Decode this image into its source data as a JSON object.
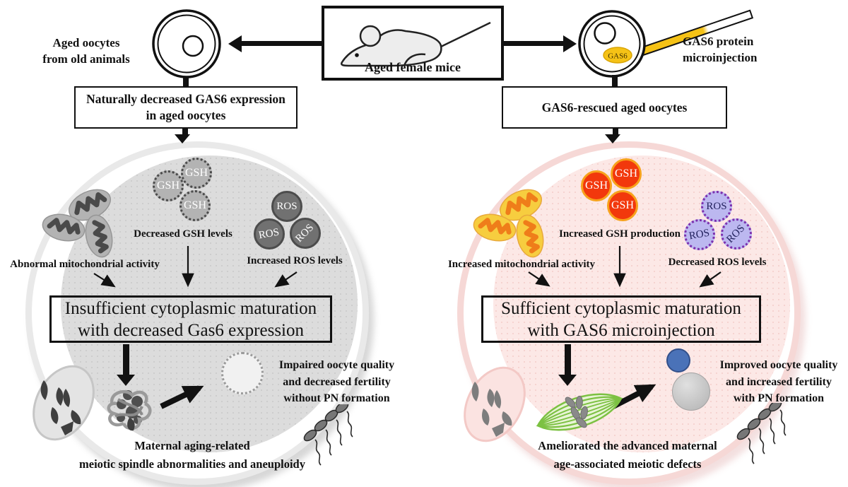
{
  "top": {
    "mouse_box_label": "Aged female mice",
    "left_oocyte_label_line1": "Aged oocytes",
    "left_oocyte_label_line2": "from old animals",
    "left_box_line1": "Naturally decreased GAS6 expression",
    "left_box_line2": "in aged oocytes",
    "right_box_label": "GAS6-rescued aged oocytes",
    "injection_label_line1": "GAS6 protein",
    "injection_label_line2": "microinjection",
    "gas6_bubble": "GAS6"
  },
  "molecules": {
    "gsh": "GSH",
    "ros": "ROS"
  },
  "left_panel": {
    "mito_label": "Abnormal mitochondrial activity",
    "gsh_label": "Decreased GSH levels",
    "ros_label": "Increased ROS levels",
    "box_line1": "Insufficient cytoplasmic maturation",
    "box_line2": "with decreased Gas6 expression",
    "result_line1": "Impaired oocyte quality",
    "result_line2": "and decreased fertility",
    "result_line3": "without PN formation",
    "bottom_line1": "Maternal aging-related",
    "bottom_line2": "meiotic spindle abnormalities and aneuploidy"
  },
  "right_panel": {
    "mito_label": "Increased mitochondrial activity",
    "gsh_label": "Increased GSH production",
    "ros_label": "Decreased ROS levels",
    "box_line1": "Sufficient cytoplasmic maturation",
    "box_line2": "with GAS6 microinjection",
    "result_line1": "Improved oocyte quality",
    "result_line2": "and increased fertility",
    "result_line3": "with PN formation",
    "bottom_line1": "Ameliorated the advanced maternal",
    "bottom_line2": "age-associated meiotic defects"
  },
  "colors": {
    "needle_yellow": "#f5c216",
    "gsh_red": "#f2380c",
    "gsh_border_orange": "#f7a21c",
    "ros_purple_fill": "#bcb8f0",
    "ros_purple_border": "#7b2fae",
    "spindle_green": "#7cc142",
    "polar_body_blue": "#4a72b8",
    "left_cell_gray": "#dcdcdc",
    "right_cell_pink": "#fce8e6"
  }
}
